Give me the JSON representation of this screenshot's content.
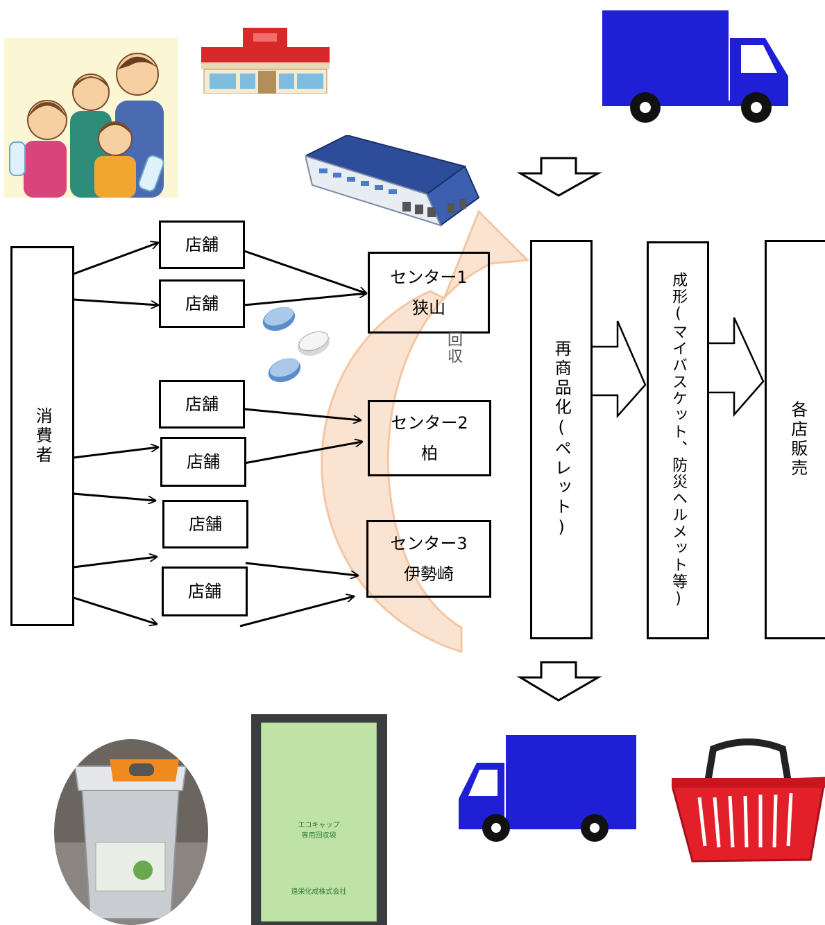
{
  "consumer": {
    "label": "消費者"
  },
  "stores": [
    {
      "label": "店舗"
    },
    {
      "label": "店舗"
    },
    {
      "label": "店舗"
    },
    {
      "label": "店舗"
    },
    {
      "label": "店舗"
    },
    {
      "label": "店舗"
    }
  ],
  "centers": [
    {
      "number": "センター1",
      "name": "狭山"
    },
    {
      "number": "センター2",
      "name": "柏"
    },
    {
      "number": "センター3",
      "name": "伊勢崎"
    }
  ],
  "collection_label": "回収",
  "process": {
    "recommercialize": "再商品化(ペレット)",
    "molding": "成形(マイバスケット、防災ヘルメット等)",
    "sales": "各店販売"
  },
  "photo_text": {
    "bag_line1": "エコキャップ",
    "bag_line2": "専用回収袋",
    "bag_company": "遠栄化成株式会社"
  },
  "colors": {
    "truck_blue": "#1f1fd6",
    "recycle_arrow": "#f7c8a4",
    "store_red": "#d8282a",
    "bin_orange": "#f08a1c",
    "basket_red": "#e3202a"
  }
}
